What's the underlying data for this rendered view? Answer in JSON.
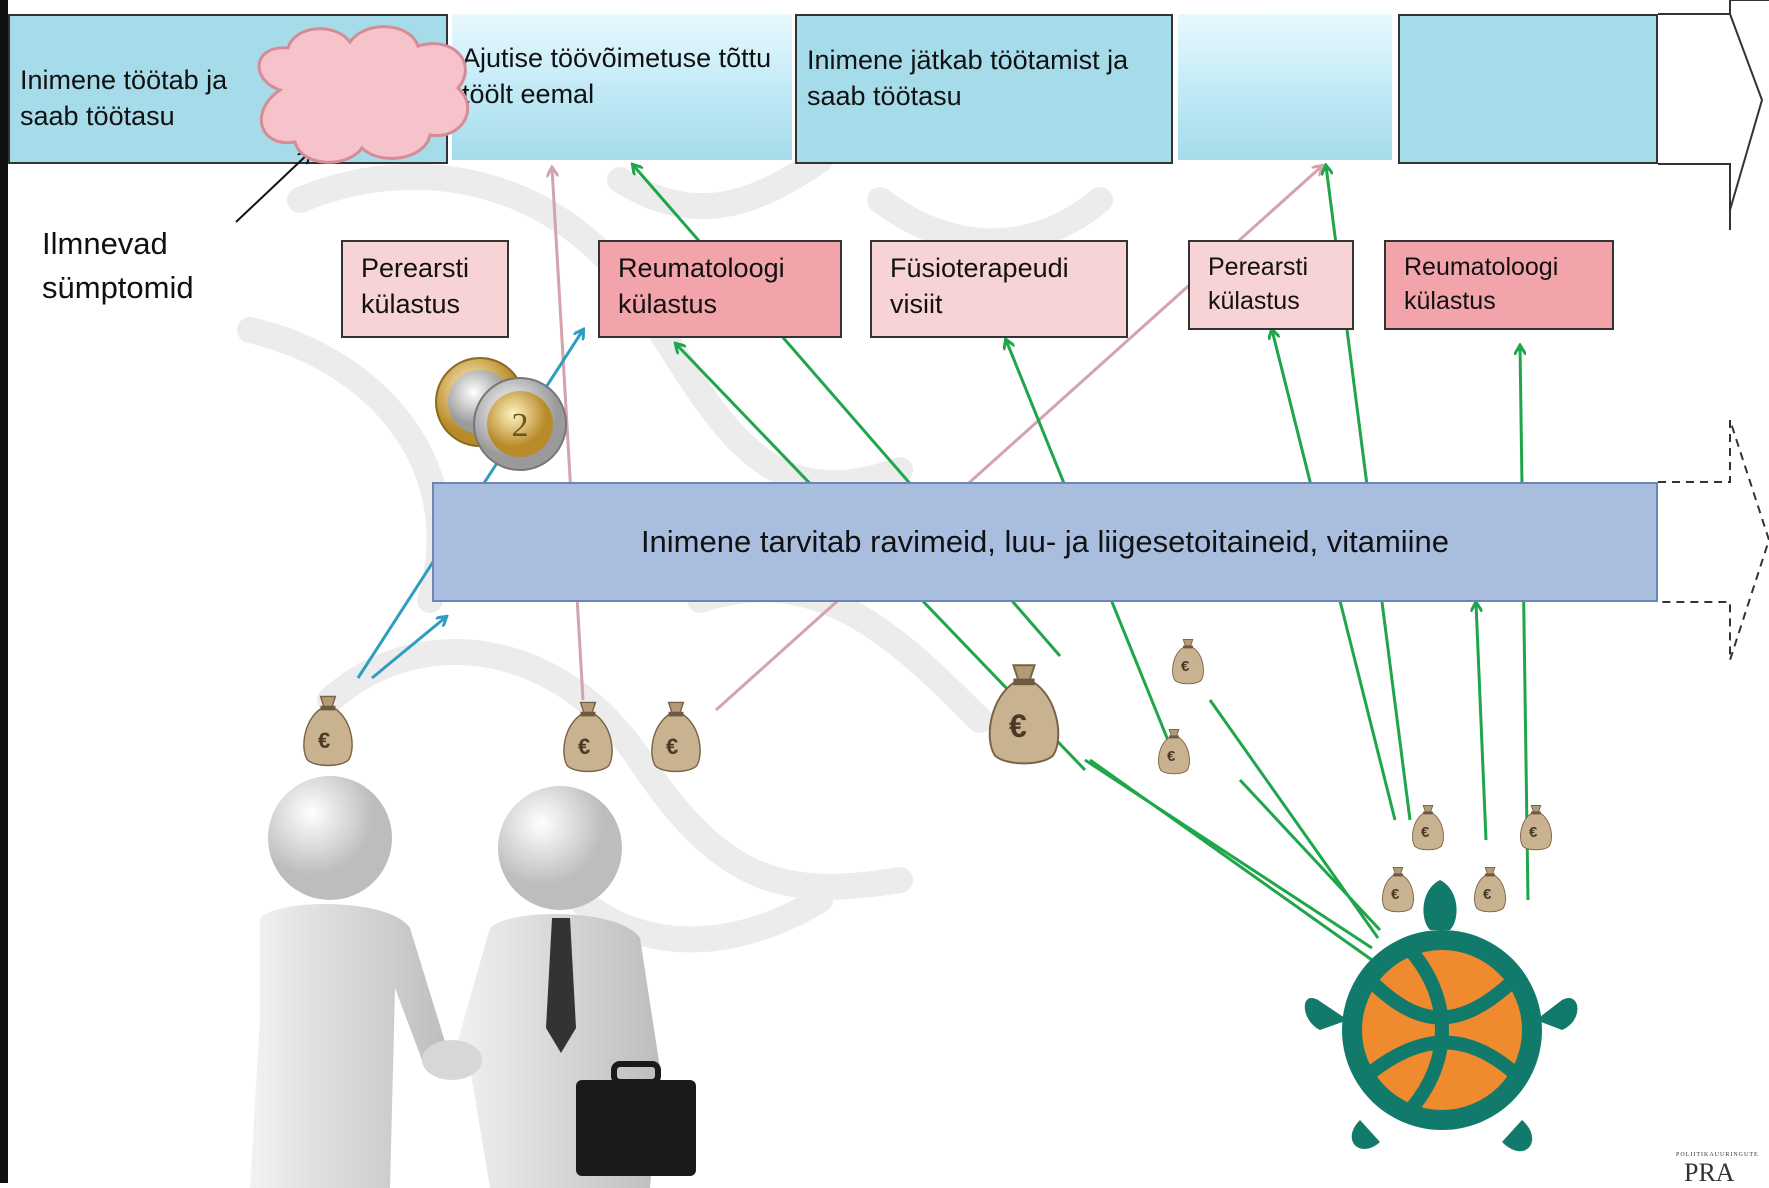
{
  "timeline": {
    "box1": "Inimene töötab ja saab töötasu",
    "box2": "Ajutise töövõimetuse tõttu töölt eemal",
    "box3": "Inimene jätkab töötamist ja saab töötasu",
    "box4": "",
    "box5": ""
  },
  "symptoms_label": "Ilmnevad sümptomid",
  "visits": [
    "Perearsti külastus",
    "Reumatoloogi külastus",
    "Füsioterapeudi visiit",
    "Perearsti külastus",
    "Reumatoloogi külastus"
  ],
  "medication_bar": "Inimene tarvitab  ravimeid, luu- ja liigesetoitaineid, vitamiine",
  "currency_symbol": "€",
  "logo": {
    "tagline": "POLIITIKAUURINGUTE",
    "mark": "PRA"
  },
  "colors": {
    "timeline_fill": "#a6dbe9",
    "visit_light": "#f8d3d6",
    "visit_dark": "#f2a4aa",
    "medication_fill": "#a9bedf",
    "arrow_green": "#1fa64a",
    "arrow_pink": "#d4a3ad",
    "arrow_blue": "#2d9ec0",
    "turtle_teal": "#127a6a",
    "turtle_orange": "#ef8a2e"
  }
}
